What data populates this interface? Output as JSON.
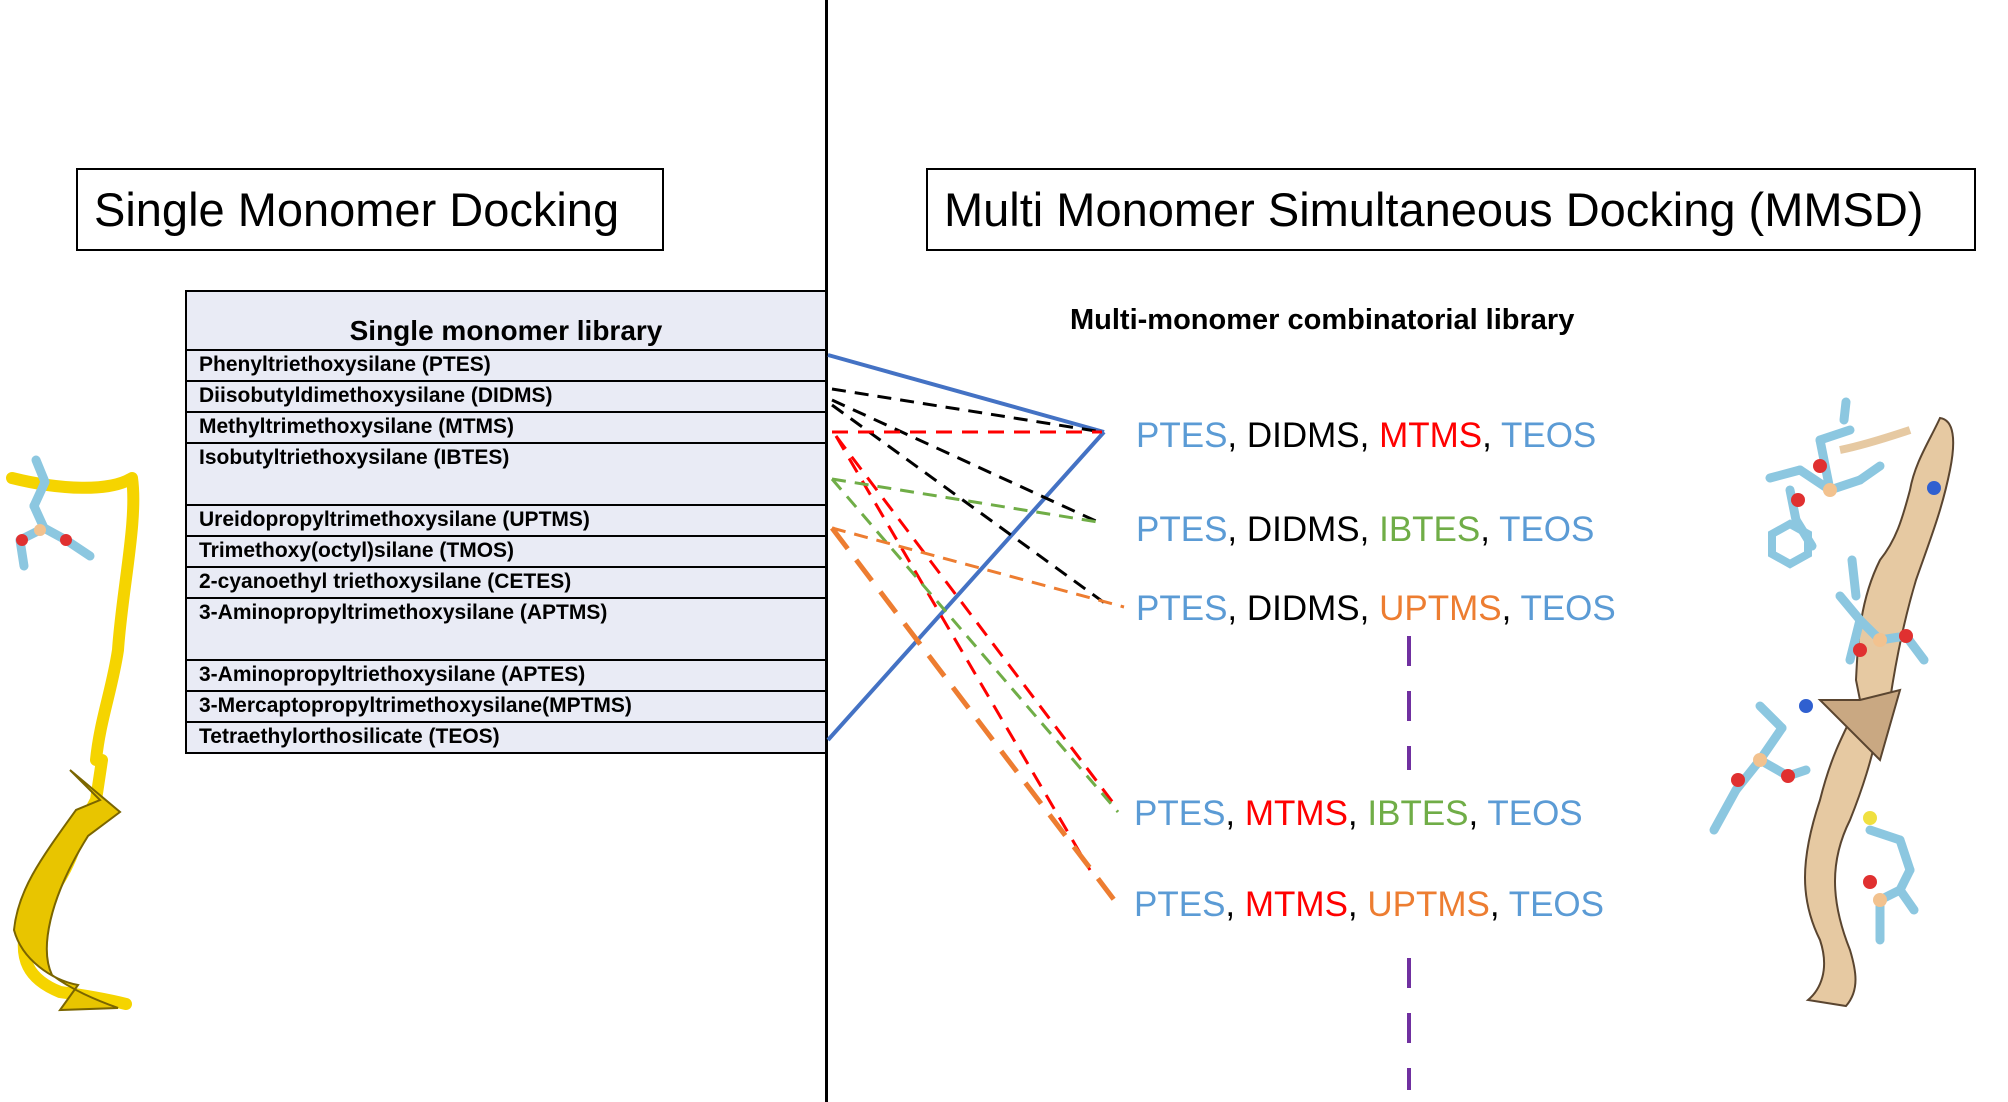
{
  "titles": {
    "left": "Single Monomer Docking",
    "right": "Multi Monomer Simultaneous Docking (MMSD)"
  },
  "single_library": {
    "title": "Single monomer library",
    "rows": [
      "Phenyltriethoxysilane (PTES)",
      "Diisobutyldimethoxysilane (DIDMS)",
      "Methyltrimethoxysilane (MTMS)",
      "Isobutyltriethoxysilane (IBTES)",
      "Ureidopropyltrimethoxysilane (UPTMS)",
      "Trimethoxy(octyl)silane (TMOS)",
      "2-cyanoethyl triethoxysilane (CETES)",
      "3-Aminopropyltrimethoxysilane (APTMS)",
      "3-Aminopropyltriethoxysilane (APTES)",
      "3-Mercaptopropyltrimethoxysilane(MPTMS)",
      "Tetraethylorthosilicate (TEOS)"
    ]
  },
  "multi_library": {
    "title": "Multi-monomer combinatorial library",
    "combos": [
      [
        {
          "t": "PTES",
          "c": "blue"
        },
        {
          "t": ", ",
          "c": "black"
        },
        {
          "t": "DIDMS",
          "c": "black"
        },
        {
          "t": ", ",
          "c": "black"
        },
        {
          "t": "MTMS",
          "c": "red"
        },
        {
          "t": ", ",
          "c": "black"
        },
        {
          "t": "TEOS",
          "c": "blue"
        }
      ],
      [
        {
          "t": "PTES",
          "c": "blue"
        },
        {
          "t": ", ",
          "c": "black"
        },
        {
          "t": "DIDMS",
          "c": "black"
        },
        {
          "t": ", ",
          "c": "black"
        },
        {
          "t": "IBTES",
          "c": "green"
        },
        {
          "t": ", ",
          "c": "black"
        },
        {
          "t": "TEOS",
          "c": "blue"
        }
      ],
      [
        {
          "t": "PTES",
          "c": "blue"
        },
        {
          "t": ", ",
          "c": "black"
        },
        {
          "t": "DIDMS",
          "c": "black"
        },
        {
          "t": ", ",
          "c": "black"
        },
        {
          "t": "UPTMS",
          "c": "orange"
        },
        {
          "t": ", ",
          "c": "black"
        },
        {
          "t": "TEOS",
          "c": "blue"
        }
      ],
      [
        {
          "t": "PTES",
          "c": "blue"
        },
        {
          "t": ", ",
          "c": "black"
        },
        {
          "t": "MTMS",
          "c": "red"
        },
        {
          "t": ", ",
          "c": "black"
        },
        {
          "t": "IBTES",
          "c": "green"
        },
        {
          "t": ", ",
          "c": "black"
        },
        {
          "t": "TEOS",
          "c": "blue"
        }
      ],
      [
        {
          "t": "PTES",
          "c": "blue"
        },
        {
          "t": ", ",
          "c": "black"
        },
        {
          "t": "MTMS",
          "c": "red"
        },
        {
          "t": ", ",
          "c": "black"
        },
        {
          "t": "UPTMS",
          "c": "orange"
        },
        {
          "t": ", ",
          "c": "black"
        },
        {
          "t": "TEOS",
          "c": "blue"
        }
      ]
    ]
  },
  "colors": {
    "blue": "#5b9bd5",
    "black": "#000000",
    "red": "#ff0000",
    "green": "#70ad47",
    "orange": "#ed7d31",
    "purple": "#7030a0",
    "connector_blue": "#4472c4",
    "table_fill": "#e9ebf5",
    "left_ribbon": "#ffe800",
    "right_ribbon": "#e6c9a2"
  }
}
